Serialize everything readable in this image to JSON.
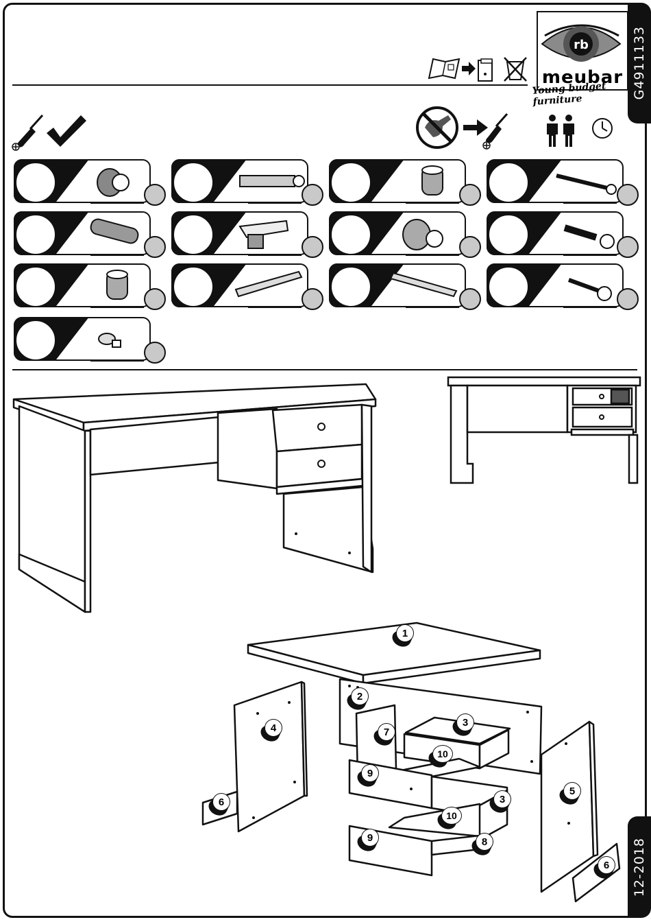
{
  "header": {
    "article_code": "G4911133",
    "date_code": "12-2018"
  },
  "brand": {
    "name": "meubar",
    "tagline": "Young budget furniture",
    "logo_mark": "rb"
  },
  "callouts": [
    "1",
    "2",
    "3",
    "3",
    "4",
    "5",
    "6",
    "6",
    "7",
    "8",
    "9",
    "9",
    "10",
    "10"
  ],
  "colors": {
    "ink": "#111111",
    "qty_fill": "#c9c9c9"
  },
  "icons": [
    "manual-archive-icon",
    "no-trash-icon",
    "screwdriver-icon",
    "ruler-check-icon",
    "no-power-tool-icon",
    "two-persons-icon",
    "clock-icon"
  ]
}
